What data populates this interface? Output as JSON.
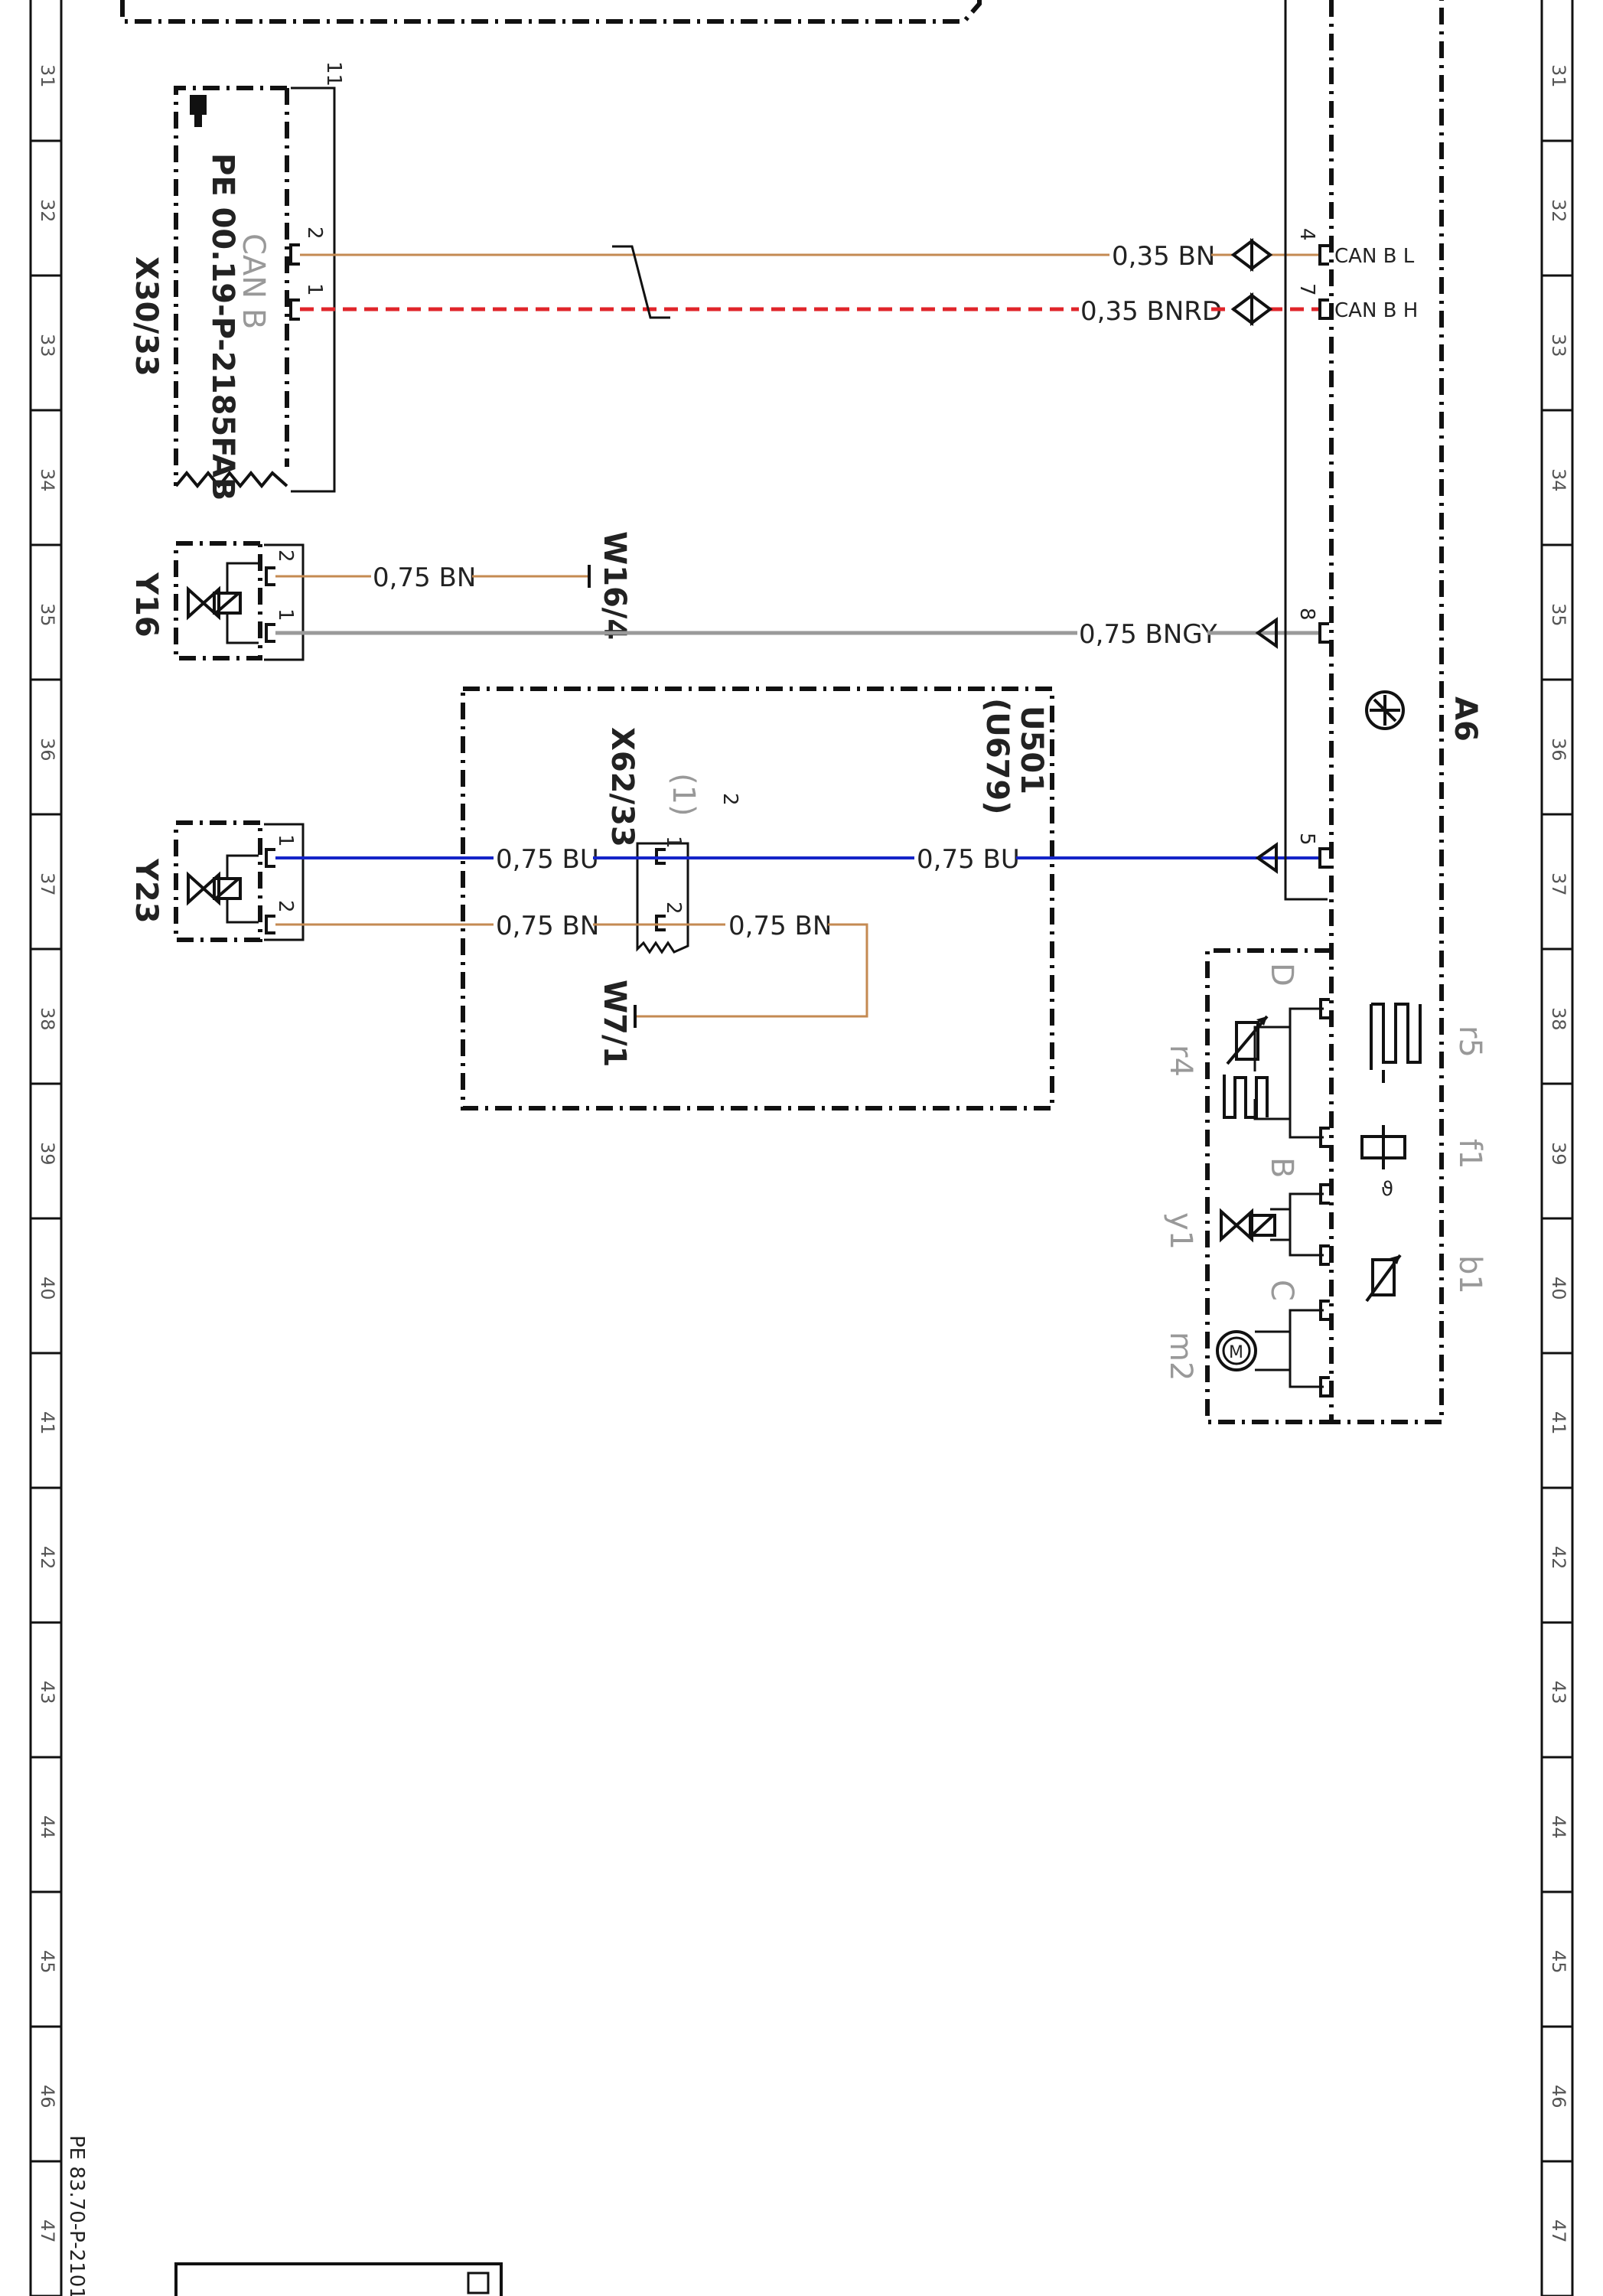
{
  "diagram": {
    "ruler_numbers": [
      "31",
      "32",
      "33",
      "34",
      "35",
      "36",
      "37",
      "38",
      "39",
      "40",
      "41",
      "42",
      "43",
      "44",
      "45",
      "46",
      "47"
    ],
    "sheet_ref": "PE 83.70-P-2101",
    "colors": {
      "brown": "#c48a52",
      "red": "#e0252a",
      "blue": "#1424c8",
      "grey": "#9a9a9a",
      "black": "#111111"
    },
    "x30_33": {
      "name": "X30/33",
      "ref": "PE 00.19-P-2185FAB",
      "bus": "CAN B",
      "bracket_label": "11",
      "pin_top": "2",
      "pin_bottom": "1"
    },
    "a6": {
      "name": "A6",
      "pins": [
        {
          "num": "4",
          "signal": "CAN B L"
        },
        {
          "num": "7",
          "signal": "CAN B H"
        },
        {
          "num": "8",
          "signal": ""
        },
        {
          "num": "5",
          "signal": ""
        }
      ],
      "internal_labels": {
        "r5": "r5",
        "f1": "f1",
        "b1": "b1"
      }
    },
    "sub_unit": {
      "labels": {
        "r4": "r4",
        "y1": "y1",
        "m2": "m2"
      },
      "pin_groups": [
        "D",
        "B",
        "C"
      ]
    },
    "y16": {
      "name": "Y16",
      "pin_top": "2",
      "pin_bottom": "1"
    },
    "y23": {
      "name": "Y23",
      "pin_top": "1",
      "pin_bottom": "2"
    },
    "u501": {
      "name": "U501",
      "alt": "(U679)"
    },
    "x62_33": {
      "name": "X62/33",
      "count": "2",
      "note": "(1)",
      "pin_top": "1",
      "pin_bottom": "2"
    },
    "grounds": {
      "w16_4": "W16/4",
      "w7_1": "W7/1"
    },
    "wires": {
      "can_l": "0,35 BN",
      "can_h": "0,35 BNRD",
      "y16_ground": "0,75 BN",
      "y16_signal": "0,75 BNGY",
      "y23_sig_left": "0,75 BU",
      "y23_sig_right": "0,75 BU",
      "y23_gnd_left": "0,75 BN",
      "y23_gnd_right": "0,75 BN"
    }
  }
}
